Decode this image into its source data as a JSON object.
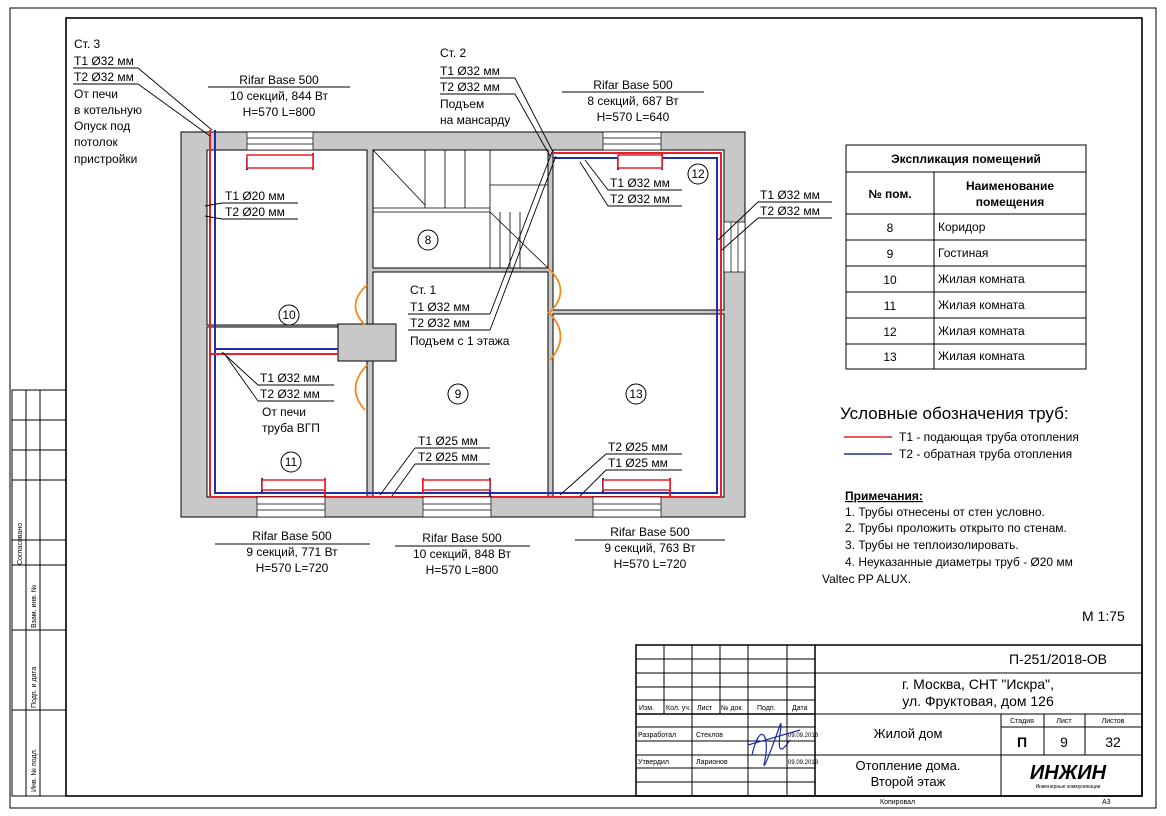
{
  "risers": {
    "st3": {
      "name": "Ст. 3",
      "t1": "Т1 Ø32 мм",
      "t2": "Т2 Ø32 мм",
      "note": [
        "От печи",
        "в котельную",
        "Опуск под",
        "потолок",
        "пристройки"
      ]
    },
    "st2": {
      "name": "Ст. 2",
      "t1": "Т1 Ø32 мм",
      "t2": "Т2 Ø32 мм",
      "note": [
        "Подъем",
        "на мансарду"
      ]
    },
    "st1": {
      "name": "Ст. 1",
      "t1": "Т1 Ø32 мм",
      "t2": "Т2 Ø32 мм",
      "note": [
        "Подъем с 1 этажа"
      ]
    }
  },
  "radiators": {
    "r10": {
      "model": "Rifar Base 500",
      "spec": "10 секций, 844 Вт",
      "size": "H=570 L=800"
    },
    "r12": {
      "model": "Rifar Base 500",
      "spec": "8 секций, 687 Вт",
      "size": "H=570 L=640"
    },
    "r11": {
      "model": "Rifar Base 500",
      "spec": "9 секций, 771 Вт",
      "size": "H=570 L=720"
    },
    "r9": {
      "model": "Rifar Base 500",
      "spec": "10 секций, 848 Вт",
      "size": "H=570 L=800"
    },
    "r13": {
      "model": "Rifar Base 500",
      "spec": "9 секций, 763 Вт",
      "size": "H=570 L=720"
    }
  },
  "pipe_labels": {
    "room10": {
      "t1": "Т1 Ø20 мм",
      "t2": "Т2 Ø20 мм"
    },
    "room12": {
      "t1": "Т1 Ø32 мм",
      "t2": "Т2 Ø32 мм"
    },
    "right_wall": {
      "t1": "Т1 Ø32 мм",
      "t2": "Т2 Ø32 мм"
    },
    "stove": {
      "t1": "Т1 Ø32 мм",
      "t2": "Т2 Ø32 мм",
      "note": [
        "От печи",
        "труба ВГП"
      ]
    },
    "room9": {
      "t1": "Т1 Ø25 мм",
      "t2": "Т2 Ø25 мм"
    },
    "room13": {
      "t1": "Т2 Ø25 мм",
      "t2": "Т1 Ø25 мм"
    }
  },
  "room_numbers": {
    "r8": "8",
    "r9": "9",
    "r10": "10",
    "r11": "11",
    "r12": "12",
    "r13": "13"
  },
  "explication": {
    "title": "Экспликация помещений",
    "col_num": "№ пом.",
    "col_name": [
      "Наименование",
      "помещения"
    ],
    "rows": [
      {
        "num": "8",
        "name": "Коридор"
      },
      {
        "num": "9",
        "name": "Гостиная"
      },
      {
        "num": "10",
        "name": "Жилая комната"
      },
      {
        "num": "11",
        "name": "Жилая комната"
      },
      {
        "num": "12",
        "name": "Жилая комната"
      },
      {
        "num": "13",
        "name": "Жилая комната"
      }
    ]
  },
  "legend": {
    "title": "Условные обозначения  труб:",
    "items": [
      {
        "label": "Т1 - подающая труба отопления",
        "color": "#e8202a"
      },
      {
        "label": "Т2 - обратная труба отопления",
        "color": "#1c2fa8"
      }
    ]
  },
  "notes": {
    "title": "Примечания:",
    "items": [
      "1.     Трубы отнесены от стен условно.",
      "2.     Трубы проложить открыто по стенам.",
      "3.     Трубы не теплоизолировать.",
      "4.     Неуказанные диаметры труб - Ø20 мм"
    ],
    "tail": "Valtec PP ALUX."
  },
  "scale": "М 1:75",
  "stamp": {
    "code": "П-251/2018-ОВ",
    "address": [
      "г. Москва, СНТ \"Искра\",",
      "ул. Фруктовая, дом 126"
    ],
    "building": "Жилой дом",
    "sheet_title": [
      "Отопление дома.",
      "Второй этаж"
    ],
    "col_heads": [
      "Изм.",
      "Кол. уч.",
      "Лист",
      "№ док.",
      "Подп.",
      "Дата"
    ],
    "dev_role": "Разработал",
    "dev_name": "Стеклов",
    "dev_date": "09.09.2018",
    "appr_role": "Утвердил",
    "appr_name": "Ларионов",
    "appr_date": "09.09.2018",
    "stage_h": "Стадия",
    "sheet_h": "Лист",
    "sheets_h": "Листов",
    "stage": "П",
    "sheet": "9",
    "sheets": "32",
    "logo": "ИНЖИН",
    "logo_sub": "Инженерные коммуникации",
    "copied": "Копировал",
    "format": "А3"
  },
  "side_stamp": [
    "Согласовано",
    "Взам. инв. №",
    "Подп. и дата",
    "Инв. № подл."
  ],
  "colors": {
    "supply": "#e8202a",
    "return": "#1c2fa8",
    "wall": "#c8c8c8",
    "door": "#f08c1e",
    "stove": "#c8c8c8"
  }
}
